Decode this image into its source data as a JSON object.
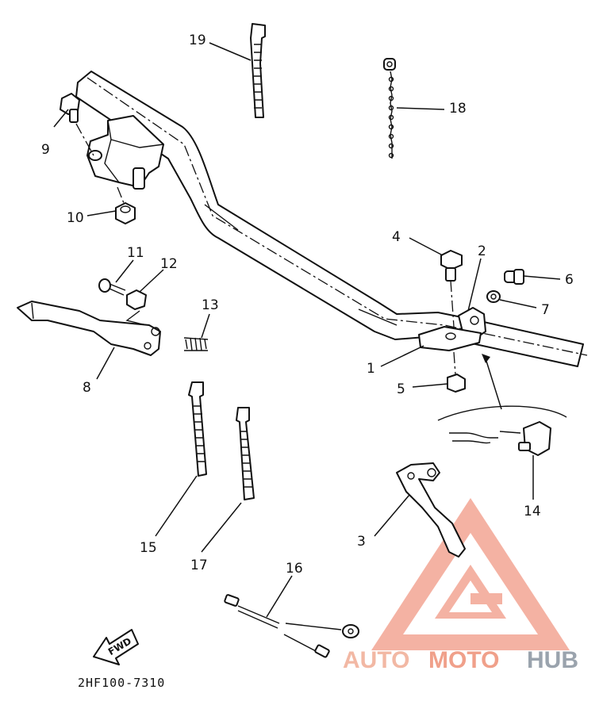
{
  "diagram": {
    "part_numbers": [
      "1",
      "2",
      "3",
      "4",
      "5",
      "6",
      "7",
      "8",
      "9",
      "10",
      "11",
      "12",
      "13",
      "14",
      "15",
      "16",
      "17",
      "18",
      "19"
    ],
    "fwd_label": "FWD",
    "drawing_code": "2HF100-7310"
  },
  "watermark": {
    "word_1": "AUTO",
    "word_2": "MOTO",
    "word_3": "HUB",
    "colors": {
      "triangle": "#f08a7a",
      "auto": "#f2b8a4",
      "moto": "#f0a08a",
      "hub": "#9aa3ad"
    }
  }
}
